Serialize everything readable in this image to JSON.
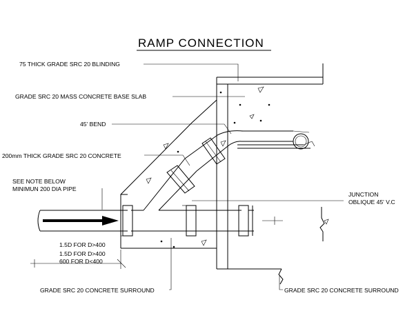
{
  "title": "RAMP CONNECTION",
  "labels": {
    "blinding": "75 THICK GRADE SRC 20 BLINDING",
    "base_slab": "GRADE SRC 20 MASS CONCRETE BASE SLAB",
    "bend": "45' BEND",
    "thick_concrete": "200mm THICK GRADE SRC 20 CONCRETE",
    "see_note": "SEE NOTE BELOW",
    "min_pipe": "MINIMUN 200 DIA PIPE",
    "junction": "JUNCTION",
    "oblique": "OBLIQUE 45' V.C",
    "note_1": "1.5D FOR D>400",
    "note_2": "1.5D FOR D>400",
    "note_3": "600 FOR D<400",
    "surround_left": "GRADE SRC 20 CONCRETE SURROUND",
    "surround_right": "GRADE SRC 20 CONCRETE SURROUND"
  }
}
